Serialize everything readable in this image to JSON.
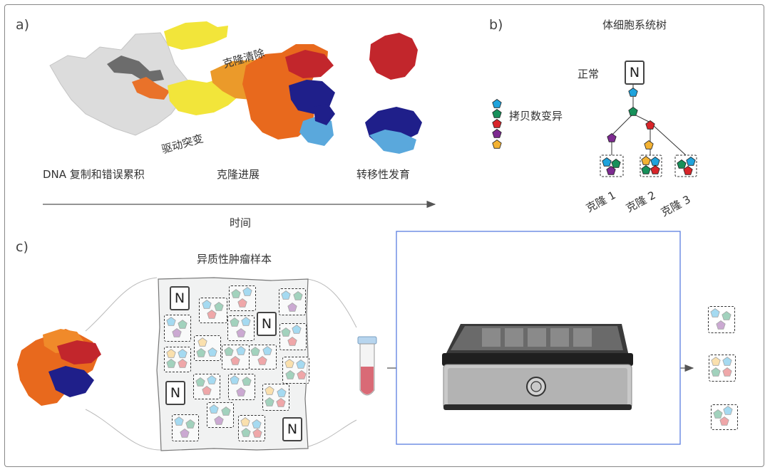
{
  "panel_labels": {
    "a": "a)",
    "b": "b)",
    "c": "c)"
  },
  "panel_a": {
    "clone_clearance": "克隆清除",
    "driver_mutation": "驱动突变",
    "stage_dna": "DNA 复制和错误累积",
    "stage_progression": "克隆进展",
    "stage_metastasis": "转移性发育",
    "time_axis": "时间"
  },
  "panel_b": {
    "title": "体细胞系统树",
    "normal_label": "正常",
    "normal_node": "N",
    "cnv_legend": "拷贝数变异",
    "clones": [
      "克隆 1",
      "克隆 2",
      "克隆 3"
    ]
  },
  "panel_c": {
    "title": "异质性肿瘤样本",
    "normal_tiles": [
      "N",
      "N",
      "N",
      "N"
    ]
  },
  "colors": {
    "cyan": "#1fa3dc",
    "green": "#17905a",
    "red": "#d8252a",
    "purple": "#7d2a90",
    "yellow": "#f3b233",
    "orange": "#ef6a1a",
    "navy": "#1d1f8a",
    "lightblue": "#5aa8dc",
    "grey": "#d9d9d9",
    "frame_blue": "#5a7ee0"
  },
  "icons": [
    "pentagon-marker-icon",
    "sample-tube-icon",
    "sequencer-device-icon",
    "arrow-right-icon"
  ]
}
